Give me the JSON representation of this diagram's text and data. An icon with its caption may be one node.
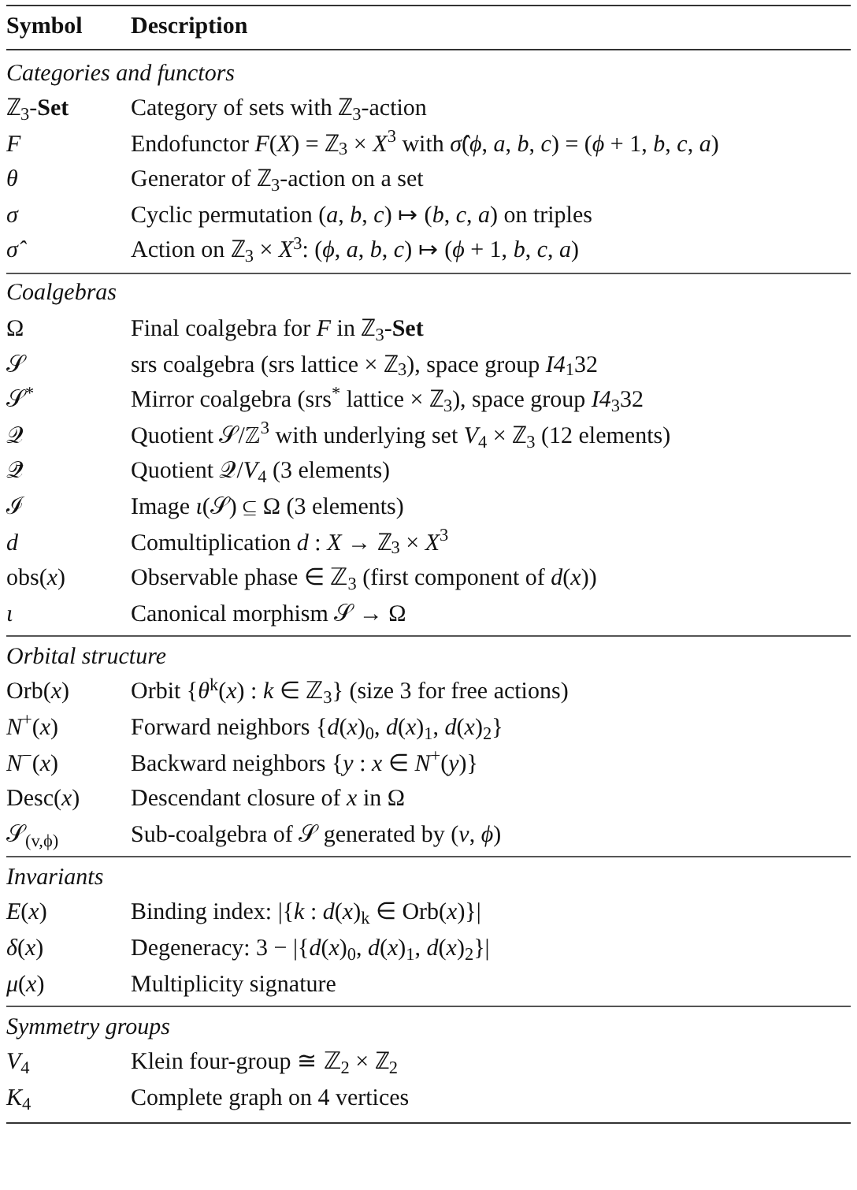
{
  "diagram": {
    "labels": [
      "Symbol",
      "Description",
      "Categories and functors",
      "ℤ$_{3}$-**Set**",
      "Category of sets with ℤ$_{3}$-action",
      "F",
      "Endofunctor *F*(*X*) = ℤ$_{3}$ × *X*$^{3}$ with *σ̂*(*ϕ*, *a*, *b*, *c*) = (*ϕ* + 1, *b*, *c*, *a*)",
      "θ",
      "Generator of ℤ$_{3}$-action on a set",
      "σ",
      "Cyclic permutation (*a*, *b*, *c*) ↦ (*b*, *c*, *a*) on triples",
      "σ̂",
      "Action on ℤ$_{3}$ × *X*$^{3}$: (*ϕ*, *a*, *b*, *c*) ↦ (*ϕ* + 1, *b*, *c*, *a*)",
      "Coalgebras",
      "Ω",
      "Final coalgebra for *F* in ℤ$_{3}$-**Set**",
      "𝒮",
      "srs coalgebra (srs lattice × ℤ$_{3}$), space group *I4*$_{1}$32",
      "𝒮$^{*}$",
      "Mirror coalgebra (srs$^{*}$ lattice × ℤ$_{3}$), space group *I4*$_{3}$32",
      "𝒬",
      "Quotient 𝒮/ℤ$^{3}$ with underlying set *V*$_{4}$ × ℤ$_{3}$ (12 elements)",
      "𝒬̄",
      "Quotient 𝒬/*V*$_{4}$ (3 elements)",
      "ℐ",
      "Image *ι*(𝒮) ⊆ Ω (3 elements)",
      "d",
      "Comultiplication *d* : *X* → ℤ$_{3}$ × *X*$^{3}$",
      "obs(*x*)",
      "Observable phase ∈ ℤ$_{3}$ (first component of *d*(*x*))",
      "ι",
      "Canonical morphism 𝒮 → Ω",
      "Orbital structure",
      "Orb(*x*)",
      "Orbit {*θ*$^{k}$(*x*) : *k* ∈ ℤ$_{3}$} (size 3 for free actions)",
      "*N*$^{+}$(*x*)",
      "Forward neighbors {*d*(*x*)$_{0}$, *d*(*x*)$_{1}$, *d*(*x*)$_{2}$}",
      "*N*$^{−}$(*x*)",
      "Backward neighbors {*y* : *x* ∈ *N*$^{+}$(*y*)}",
      "Desc(*x*)",
      "Descendant closure of *x* in Ω",
      "𝒮$_{(v,ϕ)}$",
      "Sub-coalgebra of 𝒮 generated by (*v*, *ϕ*)",
      "Invariants",
      "*E*(*x*)",
      "Binding index: |{*k* : *d*(*x*)$_{k}$ ∈ Orb(*x*)}|",
      "*δ*(*x*)",
      "Degeneracy: 3 − |{*d*(*x*)$_{0}$, *d*(*x*)$_{1}$, *d*(*x*)$_{2}$}|",
      "*μ*(*x*)",
      "Multiplicity signature",
      "Symmetry groups",
      "*V*$_{4}$",
      "Klein four-group ≅ ℤ$_{2}$ × ℤ$_{2}$",
      "*K*$_{4}$",
      "Complete graph on 4 vertices"
    ]
  }
}
